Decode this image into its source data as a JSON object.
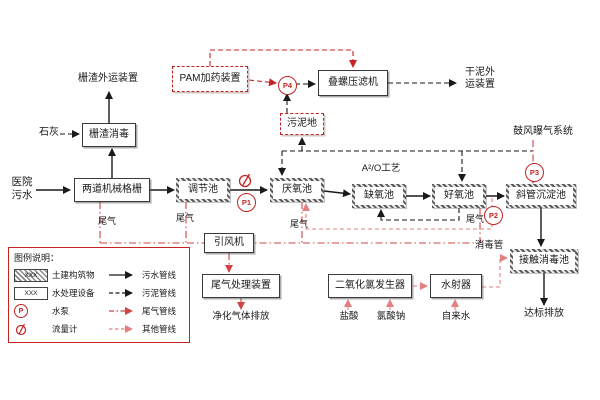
{
  "colors": {
    "red": "#c52222",
    "pink": "#e57f7f",
    "black": "#1a1a1a"
  },
  "top": {
    "screenings_disposal": "栅渣外运装置",
    "pam_dosing": "PAM加药装置",
    "screw_press": "叠螺压滤机",
    "dry_sludge_disposal": "干泥外运装置",
    "sludge_tank": "污泥地",
    "blower_system": "鼓风曝气系统"
  },
  "main": {
    "influent": "医院污水",
    "lime": "石灰",
    "screenings_disinfection": "栅渣消毒",
    "mechanical_screens": "两道机械格栅",
    "equalization_tank": "调节池",
    "anaerobic_tank": "厌氧池",
    "a2o_process": "A²/O工艺",
    "anoxic_tank": "缺氧池",
    "aerobic_tank": "好氧池",
    "inclined_tube_settler": "斜管沉淀池",
    "tail_gas": "尾气"
  },
  "pumps": {
    "p1": "P1",
    "p2": "P2",
    "p3": "P3",
    "p4": "P4"
  },
  "bottom": {
    "induced_draft_fan": "引风机",
    "tail_gas_treatment": "尾气处理装置",
    "purified_gas_discharge": "净化气体排放",
    "clo2_generator": "二氧化氯发生器",
    "hydrochloric_acid": "盐酸",
    "sodium_chlorate": "氯酸钠",
    "water_ejector": "水射器",
    "tap_water": "自来水",
    "disinfection_pipe": "消毒管",
    "contact_disinfection_tank": "接触消毒池",
    "compliant_discharge": "达标排放"
  },
  "legend": {
    "title": "图例说明：",
    "swatch_text": "XXX",
    "pump_letter": "P",
    "civil_structure": "土建构筑物",
    "treatment_equipment": "水处理设备",
    "water_pump": "水泵",
    "flow_meter": "流量计",
    "sewage_line": "污水管线",
    "sludge_line": "污泥管线",
    "tail_gas_line": "尾气管线",
    "other_line": "其他管线"
  }
}
